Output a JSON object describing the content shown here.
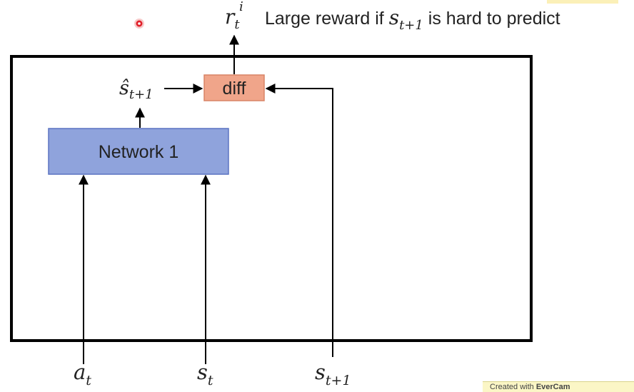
{
  "caption": {
    "reward_symbol": "r",
    "reward_sub": "t",
    "reward_sup": "i",
    "text_before": "Large reward if ",
    "state_symbol": "s",
    "state_sub": "t+1",
    "text_after": " is hard to predict"
  },
  "nodes": {
    "network": "Network 1",
    "diff": "diff"
  },
  "prediction": {
    "symbol": "ŝ",
    "sub": "t+1"
  },
  "inputs": [
    {
      "symbol": "a",
      "sub": "t"
    },
    {
      "symbol": "s",
      "sub": "t"
    },
    {
      "symbol": "s",
      "sub": "t+1"
    }
  ],
  "watermark": {
    "prefix": "Created with ",
    "brand": "EverCam"
  },
  "colors": {
    "network_fill": "#8fa3dc",
    "network_stroke": "#5b73c2",
    "diff_fill": "#f0a58a",
    "diff_stroke": "#d88466",
    "frame": "#000000",
    "pointer_red": "#e0202a"
  }
}
